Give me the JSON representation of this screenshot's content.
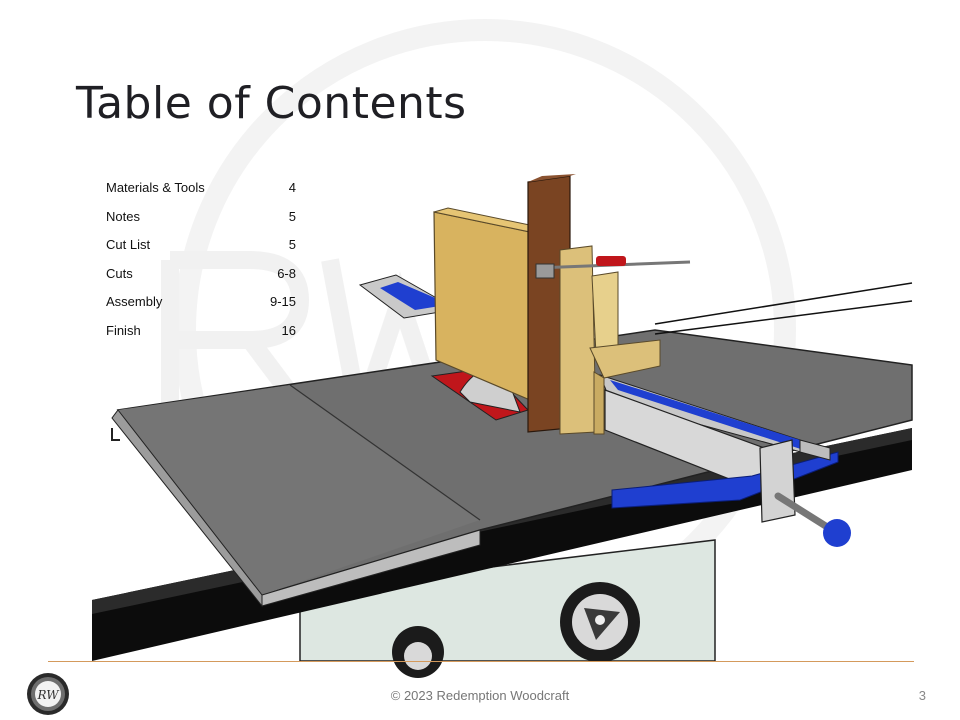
{
  "title": "Table of Contents",
  "toc": [
    {
      "label": "Materials & Tools",
      "page": "4"
    },
    {
      "label": "Notes",
      "page": "5"
    },
    {
      "label": "Cut List",
      "page": "5"
    },
    {
      "label": "Cuts",
      "page": "6-8"
    },
    {
      "label": "Assembly",
      "page": "9-15"
    },
    {
      "label": "Finish",
      "page": "16"
    }
  ],
  "footer": {
    "copyright": "© 2023 Redemption Woodcraft",
    "page_number": "3"
  },
  "logo": {
    "monogram": "RW"
  },
  "colors": {
    "accent_line": "#d49a5c",
    "fence_blue": "#1f3fd0",
    "blade_red": "#c0161b"
  }
}
